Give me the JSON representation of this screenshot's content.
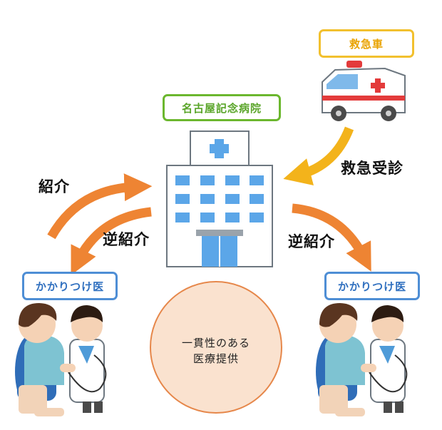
{
  "labels": {
    "ambulance": "救急車",
    "hospital": "名古屋記念病院",
    "clinic_left": "かかりつけ医",
    "clinic_right": "かかりつけ医",
    "referral": "紹介",
    "reverse_referral_left": "逆紹介",
    "reverse_referral_right": "逆紹介",
    "emergency": "救急受診"
  },
  "center": {
    "line1": "一貫性のある",
    "line2": "医療提供"
  },
  "colors": {
    "ambulance_border": "#f2c02e",
    "hospital_border": "#6bb72e",
    "clinic_border": "#4e8ed5",
    "orange_arrow": "#ee8433",
    "yellow_arrow": "#f3b31b",
    "circle_fill": "#fae2cf",
    "circle_stroke": "#e6874a",
    "building_blue": "#5ba6e8"
  },
  "icons": [
    "ambulance-icon",
    "hospital-building-icon",
    "doctor-patient-icon"
  ]
}
